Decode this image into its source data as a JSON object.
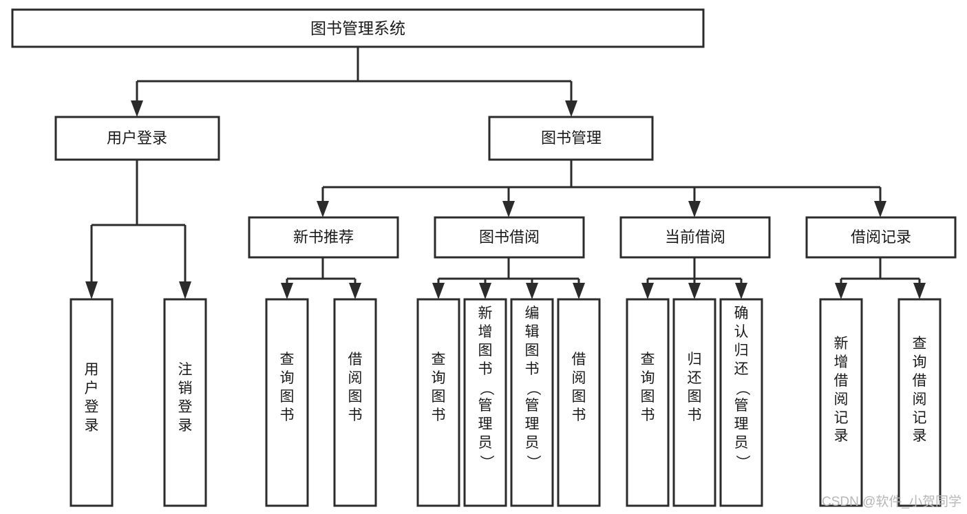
{
  "diagram": {
    "title": "图书管理系统",
    "type": "tree-hierarchy",
    "watermark": "CSDN @软件_小贺同学",
    "colors": {
      "stroke": "#2b2b2b",
      "fill": "#ffffff",
      "text": "#1a1a1a",
      "watermark": "#b7b7b7"
    },
    "root": {
      "label": "图书管理系统"
    },
    "level2": [
      {
        "label": "用户登录"
      },
      {
        "label": "图书管理"
      }
    ],
    "level3": [
      {
        "label": "新书推荐"
      },
      {
        "label": "图书借阅"
      },
      {
        "label": "当前借阅"
      },
      {
        "label": "借阅记录"
      }
    ],
    "leaves": {
      "user_login": [
        {
          "label": "用户登录"
        },
        {
          "label": "注销登录"
        }
      ],
      "new_book": [
        {
          "label": "查询图书"
        },
        {
          "label": "借阅图书"
        }
      ],
      "book_borrow": [
        {
          "label": "查询图书"
        },
        {
          "label": "新增图书（管理员）"
        },
        {
          "label": "编辑图书（管理员）"
        },
        {
          "label": "借阅图书"
        }
      ],
      "current_borrow": [
        {
          "label": "查询图书"
        },
        {
          "label": "归还图书"
        },
        {
          "label": "确认归还（管理员）"
        }
      ],
      "borrow_record": [
        {
          "label": "新增借阅记录"
        },
        {
          "label": "查询借阅记录"
        }
      ]
    }
  }
}
